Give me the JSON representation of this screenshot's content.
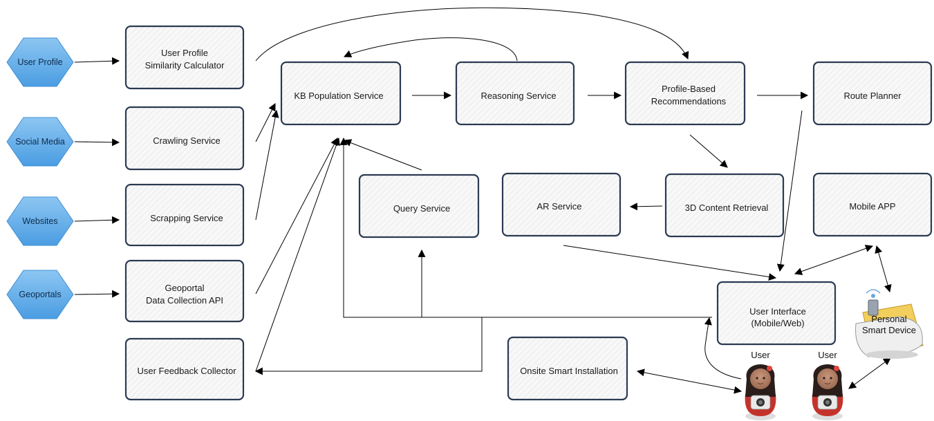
{
  "sources": [
    {
      "id": "user-profile",
      "label": "User Profile"
    },
    {
      "id": "social-media",
      "label": "Social Media"
    },
    {
      "id": "websites",
      "label": "Websites"
    },
    {
      "id": "geoportals",
      "label": "Geoportals"
    }
  ],
  "services": {
    "similarity": [
      "User Profile",
      "Similarity Calculator"
    ],
    "crawling": [
      "Crawling Service"
    ],
    "scrapping": [
      "Scrapping Service"
    ],
    "geoportal_api": [
      "Geoportal",
      "Data Collection API"
    ],
    "feedback": [
      "User Feedback Collector"
    ],
    "kb_population": [
      "KB Population Service"
    ],
    "reasoning": [
      "Reasoning Service"
    ],
    "recommendations": [
      "Profile-Based",
      "Recommendations"
    ],
    "route_planner": [
      "Route Planner"
    ],
    "query": [
      "Query Service"
    ],
    "ar": [
      "AR Service"
    ],
    "content_3d": [
      "3D Content Retrieval"
    ],
    "mobile_app": [
      "Mobile APP"
    ],
    "user_interface": [
      "User Interface",
      "(Mobile/Web)"
    ],
    "onsite": [
      "Onsite Smart Installation"
    ]
  },
  "actors": {
    "user_label_1": "User",
    "user_label_2": "User",
    "device": [
      "Personal",
      "Smart Device"
    ]
  },
  "colors": {
    "box_border": "#2b3a52",
    "box_fill": "#f7f7f7",
    "hex_fill": "#57a8e8",
    "hex_fill_light": "#8cc6f2",
    "arrow": "#000000"
  }
}
